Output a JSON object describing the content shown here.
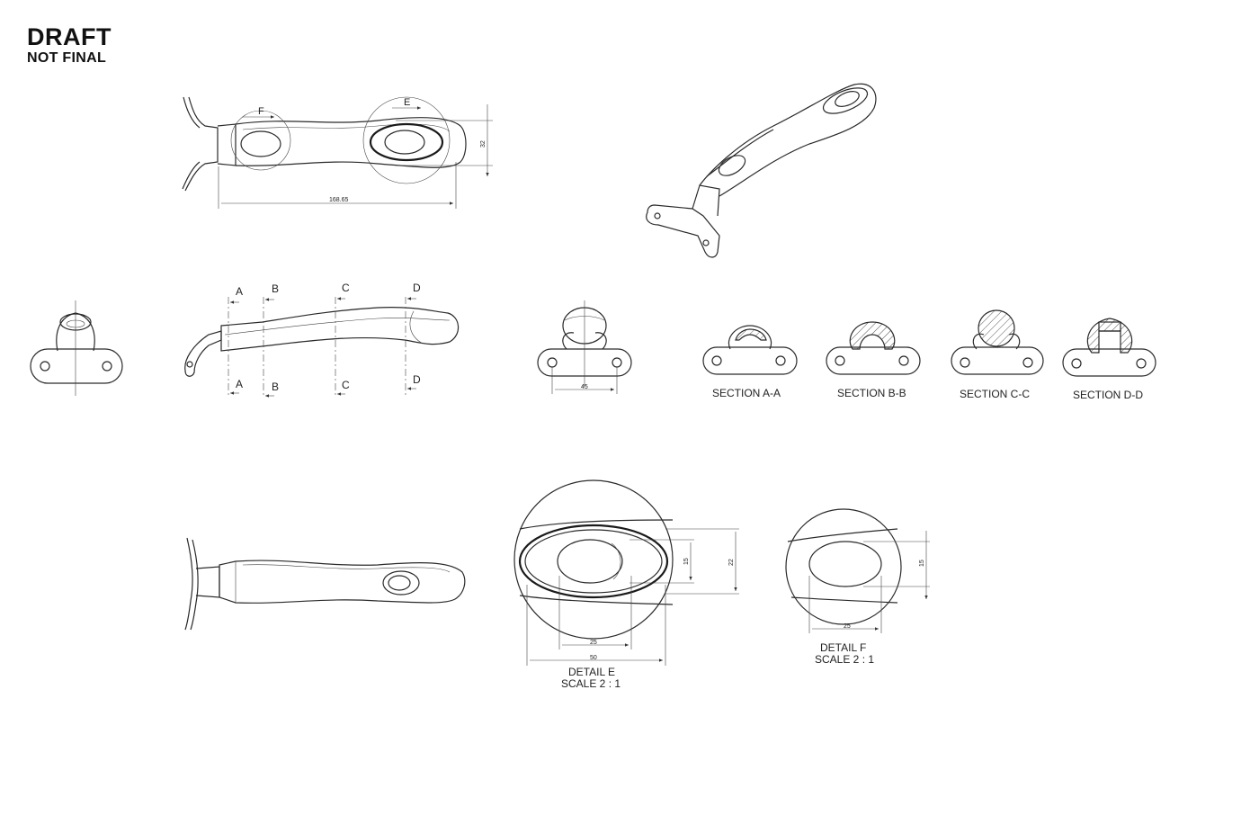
{
  "stamp": {
    "line1": "DRAFT",
    "line2": "NOT FINAL"
  },
  "top_view": {
    "detail_e_callout": "E",
    "detail_f_callout": "F",
    "dim_length": "168.65",
    "dim_height": "32"
  },
  "side_view": {
    "cut_labels": [
      "A",
      "B",
      "C",
      "D"
    ]
  },
  "front_view": {
    "dim_width": "45"
  },
  "sections": [
    {
      "label": "SECTION A-A"
    },
    {
      "label": "SECTION B-B"
    },
    {
      "label": "SECTION C-C"
    },
    {
      "label": "SECTION D-D"
    }
  ],
  "detail_e": {
    "title": "DETAIL E",
    "scale": "SCALE 2 : 1",
    "dim_inner_width": "25",
    "dim_outer_width": "50",
    "dim_inner_height": "15",
    "dim_outer_height": "22"
  },
  "detail_f": {
    "title": "DETAIL F",
    "scale": "SCALE 2 : 1",
    "dim_width": "25",
    "dim_height": "15"
  }
}
